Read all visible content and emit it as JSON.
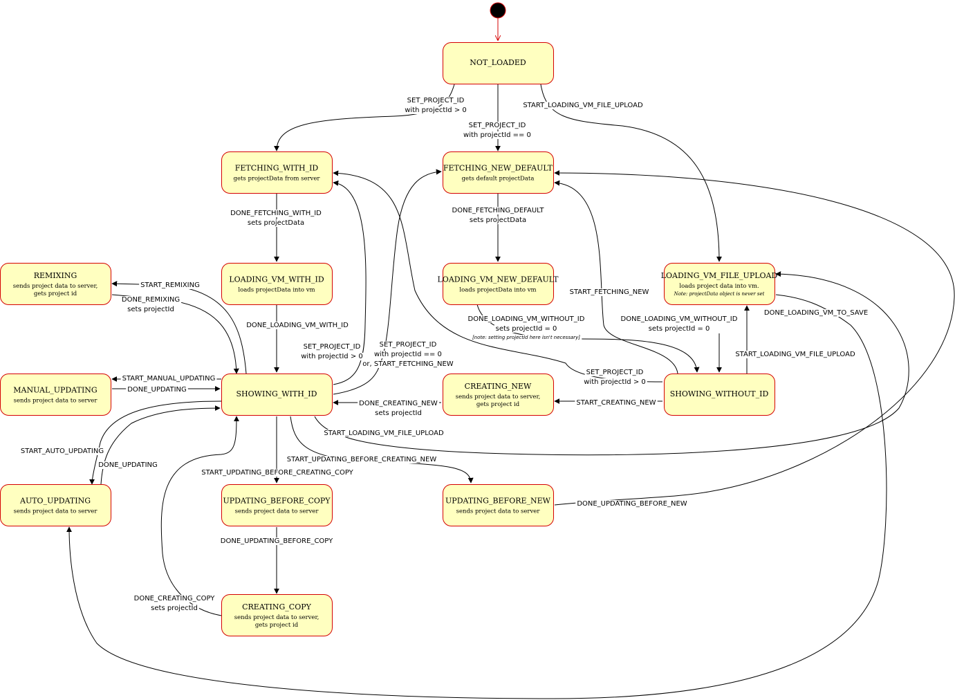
{
  "states": [
    {
      "id": "not-loaded",
      "title": "NOT_LOADED",
      "lines": [],
      "note": ""
    },
    {
      "id": "fetching-with-id",
      "title": "FETCHING_WITH_ID",
      "lines": [
        "gets projectData from server"
      ],
      "note": ""
    },
    {
      "id": "fetching-new-default",
      "title": "FETCHING_NEW_DEFAULT",
      "lines": [
        "gets default projectData"
      ],
      "note": ""
    },
    {
      "id": "remixing",
      "title": "REMIXING",
      "lines": [
        "sends project data to server,",
        "gets project id"
      ],
      "note": ""
    },
    {
      "id": "loading-vm-with-id",
      "title": "LOADING_VM_WITH_ID",
      "lines": [
        "loads projectData into vm"
      ],
      "note": ""
    },
    {
      "id": "loading-vm-new-default",
      "title": "LOADING_VM_NEW_DEFAULT",
      "lines": [
        "loads projectData into vm"
      ],
      "note": ""
    },
    {
      "id": "loading-vm-file-upload",
      "title": "LOADING_VM_FILE_UPLOAD",
      "lines": [
        "loads project data into vm."
      ],
      "note": "Note: projectData object is never set"
    },
    {
      "id": "manual-updating",
      "title": "MANUAL_UPDATING",
      "lines": [
        "sends project data to server"
      ],
      "note": ""
    },
    {
      "id": "showing-with-id",
      "title": "SHOWING_WITH_ID",
      "lines": [],
      "note": ""
    },
    {
      "id": "creating-new",
      "title": "CREATING_NEW",
      "lines": [
        "sends project data to server,",
        "gets project id"
      ],
      "note": ""
    },
    {
      "id": "showing-without-id",
      "title": "SHOWING_WITHOUT_ID",
      "lines": [],
      "note": ""
    },
    {
      "id": "auto-updating",
      "title": "AUTO_UPDATING",
      "lines": [
        "sends project data to server"
      ],
      "note": ""
    },
    {
      "id": "updating-before-copy",
      "title": "UPDATING_BEFORE_COPY",
      "lines": [
        "sends project data to server"
      ],
      "note": ""
    },
    {
      "id": "updating-before-new",
      "title": "UPDATING_BEFORE_NEW",
      "lines": [
        "sends project data to server"
      ],
      "note": ""
    },
    {
      "id": "creating-copy",
      "title": "CREATING_COPY",
      "lines": [
        "sends project data to server,",
        "gets project id"
      ],
      "note": ""
    }
  ],
  "transitions": [
    {
      "id": "t-set-id-gt0-a",
      "lines": [
        "SET_PROJECT_ID",
        "with projectId > 0"
      ]
    },
    {
      "id": "t-set-id-eq0",
      "lines": [
        "SET_PROJECT_ID",
        "with projectId == 0"
      ]
    },
    {
      "id": "t-start-file-upload-a",
      "lines": [
        "START_LOADING_VM_FILE_UPLOAD"
      ]
    },
    {
      "id": "t-done-fetch-with-id",
      "lines": [
        "DONE_FETCHING_WITH_ID",
        "sets projectData"
      ]
    },
    {
      "id": "t-done-fetch-default",
      "lines": [
        "DONE_FETCHING_DEFAULT",
        "sets projectData"
      ]
    },
    {
      "id": "t-start-remixing",
      "lines": [
        "START_REMIXING"
      ]
    },
    {
      "id": "t-done-remixing",
      "lines": [
        "DONE_REMIXING",
        "sets projectId"
      ]
    },
    {
      "id": "t-done-load-with-id",
      "lines": [
        "DONE_LOADING_VM_WITH_ID"
      ]
    },
    {
      "id": "t-done-load-without-id-a",
      "lines": [
        "DONE_LOADING_VM_WITHOUT_ID",
        "sets projectId = 0"
      ],
      "note": "[note: setting projectId here isn't necessary]"
    },
    {
      "id": "t-done-load-without-id-b",
      "lines": [
        "DONE_LOADING_VM_WITHOUT_ID",
        "sets projectId = 0"
      ]
    },
    {
      "id": "t-start-fetching-new",
      "lines": [
        "START_FETCHING_NEW"
      ]
    },
    {
      "id": "t-done-load-to-save",
      "lines": [
        "DONE_LOADING_VM_TO_SAVE"
      ]
    },
    {
      "id": "t-set-id-gt0-b",
      "lines": [
        "SET_PROJECT_ID",
        "with projectId > 0"
      ]
    },
    {
      "id": "t-set-id-eq0-or-new",
      "lines": [
        "SET_PROJECT_ID",
        "with projectId == 0",
        "or, START_FETCHING_NEW"
      ]
    },
    {
      "id": "t-set-id-gt0-c",
      "lines": [
        "SET_PROJECT_ID",
        "with projectId > 0"
      ]
    },
    {
      "id": "t-start-file-upload-b",
      "lines": [
        "START_LOADING_VM_FILE_UPLOAD"
      ]
    },
    {
      "id": "t-start-manual",
      "lines": [
        "START_MANUAL_UPDATING"
      ]
    },
    {
      "id": "t-done-updating-a",
      "lines": [
        "DONE_UPDATING"
      ]
    },
    {
      "id": "t-done-creating-new",
      "lines": [
        "DONE_CREATING_NEW",
        "sets projectId"
      ]
    },
    {
      "id": "t-start-creating-new",
      "lines": [
        "START_CREATING_NEW"
      ]
    },
    {
      "id": "t-start-file-upload-c",
      "lines": [
        "START_LOADING_VM_FILE_UPLOAD"
      ]
    },
    {
      "id": "t-start-auto",
      "lines": [
        "START_AUTO_UPDATING"
      ]
    },
    {
      "id": "t-done-updating-b",
      "lines": [
        "DONE_UPDATING"
      ]
    },
    {
      "id": "t-start-before-new",
      "lines": [
        "START_UPDATING_BEFORE_CREATING_NEW"
      ]
    },
    {
      "id": "t-start-before-copy",
      "lines": [
        "START_UPDATING_BEFORE_CREATING_COPY"
      ]
    },
    {
      "id": "t-done-before-new",
      "lines": [
        "DONE_UPDATING_BEFORE_NEW"
      ]
    },
    {
      "id": "t-done-before-copy",
      "lines": [
        "DONE_UPDATING_BEFORE_COPY"
      ]
    },
    {
      "id": "t-done-creating-copy",
      "lines": [
        "DONE_CREATING_COPY",
        "sets projectId"
      ]
    }
  ]
}
